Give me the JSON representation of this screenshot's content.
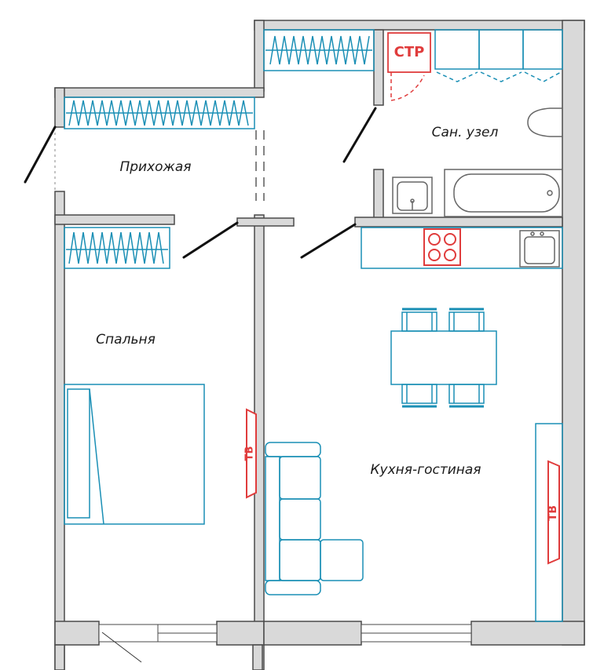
{
  "rooms": {
    "hallway": "Прихожая",
    "bathroom": "Сан. узел",
    "bedroom": "Спальня",
    "kitchen_living": "Кухня-гостиная"
  },
  "fixtures": {
    "storage_tag": "СТР",
    "tv_tag": "ТВ"
  },
  "colors": {
    "wall": "#4a4a4a",
    "wall_fill": "#d9d9d9",
    "furniture": "#1a8fb5",
    "accent": "#e03c3c",
    "door": "#111111"
  }
}
